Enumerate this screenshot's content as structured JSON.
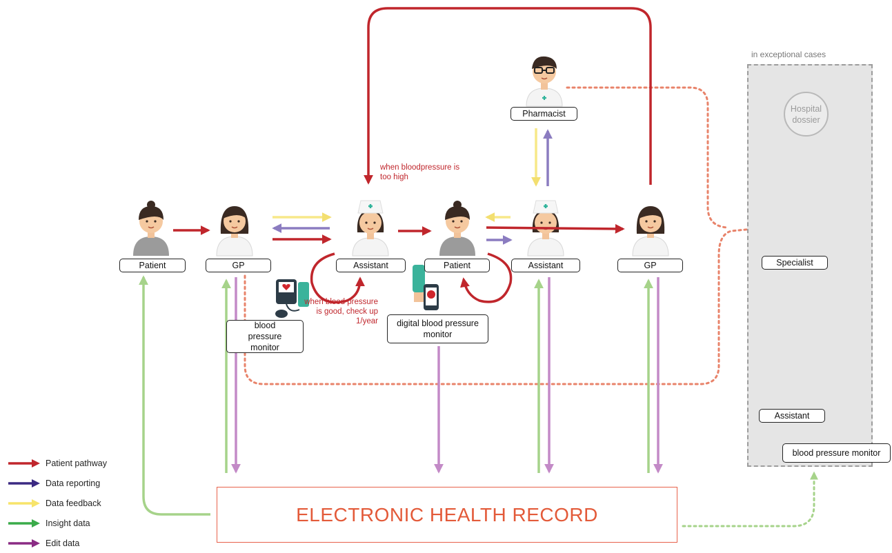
{
  "roles": {
    "patient_1": "Patient",
    "gp_1": "GP",
    "assistant_1": "Assistant",
    "patient_2": "Patient",
    "assistant_2": "Assistant",
    "gp_2": "GP",
    "pharmacist": "Pharmacist",
    "specialist": "Specialist",
    "assistant_3": "Assistant"
  },
  "devices": {
    "bp_monitor_1": "blood pressure monitor",
    "digital_bp_monitor": "digital blood pressure monitor",
    "bp_monitor_2": "blood pressure monitor"
  },
  "notes": {
    "too_high": "when bloodpressure is too high",
    "good": "when blood pressure is good, check up 1/year"
  },
  "exceptional": {
    "title": "in exceptional cases",
    "hospital_dossier": "Hospital dossier"
  },
  "ehr_label": "ELECTRONIC HEALTH RECORD",
  "legend": [
    {
      "label": "Patient pathway",
      "color": "#c0262c"
    },
    {
      "label": "Data reporting",
      "color": "#3b2a82"
    },
    {
      "label": "Data feedback",
      "color": "#f7e46a"
    },
    {
      "label": "Insight data",
      "color": "#3aab4a"
    },
    {
      "label": "Edit data",
      "color": "#8a2b84"
    }
  ],
  "colors": {
    "patient_pathway": "#c0262c",
    "data_reporting": "#8b7cc0",
    "data_feedback": "#f7e889",
    "insight_data": "#a6d38a",
    "edit_data": "#c38ac7",
    "dotted_link": "#e8836a"
  }
}
